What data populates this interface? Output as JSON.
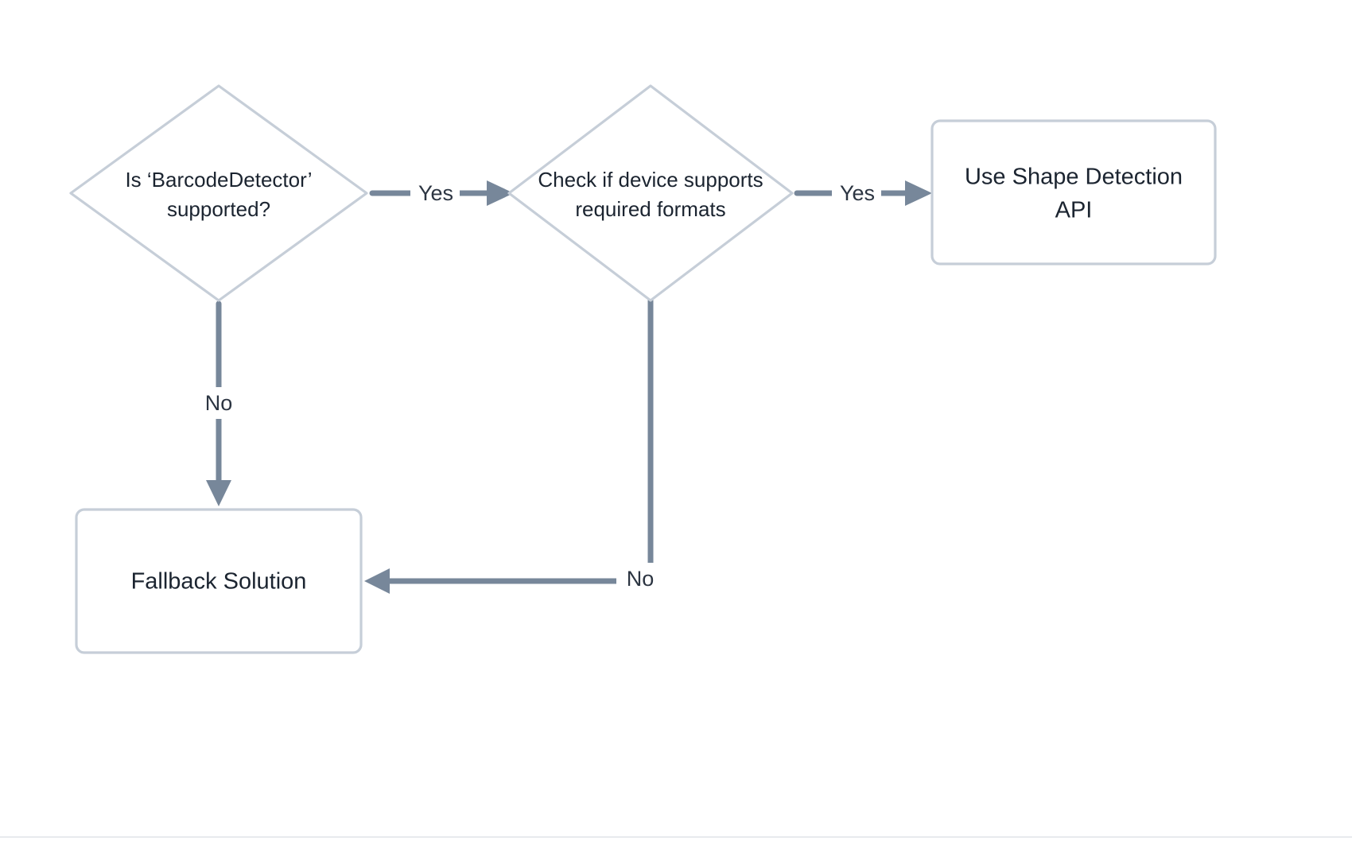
{
  "diagram": {
    "type": "flowchart",
    "direction": "left-to-right",
    "background_color": "#ffffff",
    "node_border_color": "#c6ced8",
    "node_fill_color": "#ffffff",
    "node_text_color": "#1b2430",
    "edge_color": "#77879a",
    "edge_label_text_color": "#2c3542",
    "nodes": [
      {
        "id": "barcode-detector-check",
        "shape": "diamond",
        "label_line1": "Is ‘BarcodeDetector’",
        "label_line2": "supported?"
      },
      {
        "id": "format-support-check",
        "shape": "diamond",
        "label_line1": "Check if device supports",
        "label_line2": "required formats"
      },
      {
        "id": "use-shape-detection-api",
        "shape": "rounded-rectangle",
        "label_line1": "Use Shape Detection",
        "label_line2": "API"
      },
      {
        "id": "fallback-solution",
        "shape": "rounded-rectangle",
        "label_line1": "Fallback Solution",
        "label_line2": ""
      }
    ],
    "edges": [
      {
        "id": "barcode-yes-to-format",
        "from": "barcode-detector-check",
        "to": "format-support-check",
        "label": "Yes"
      },
      {
        "id": "format-yes-to-shape-api",
        "from": "format-support-check",
        "to": "use-shape-detection-api",
        "label": "Yes"
      },
      {
        "id": "barcode-no-to-fallback",
        "from": "barcode-detector-check",
        "to": "fallback-solution",
        "label": "No"
      },
      {
        "id": "format-no-to-fallback",
        "from": "format-support-check",
        "to": "fallback-solution",
        "label": "No"
      }
    ]
  }
}
